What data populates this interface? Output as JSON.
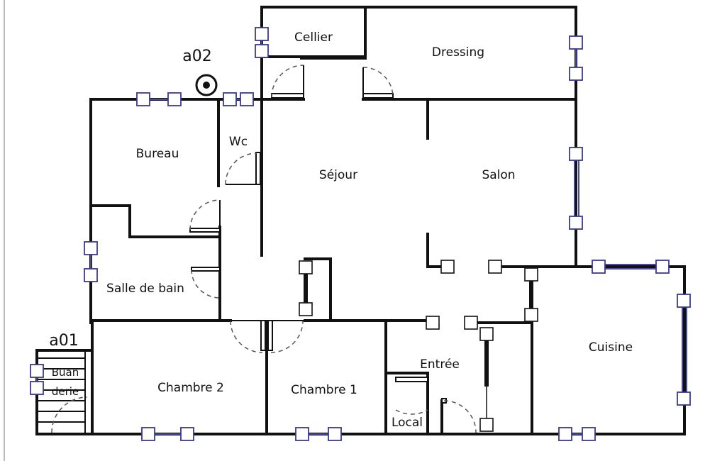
{
  "rooms": {
    "cellier": "Cellier",
    "dressing": "Dressing",
    "wc": "Wc",
    "bureau": "Bureau",
    "sejour": "Séjour",
    "salon": "Salon",
    "salle_de_bain": "Salle de bain",
    "chambre_2": "Chambre 2",
    "chambre_1": "Chambre 1",
    "entree": "Entrée",
    "local": "Local",
    "cuisine": "Cuisine",
    "buanderie_line1": "Buan",
    "buanderie_line2": "derie"
  },
  "markers": {
    "a01": "a01",
    "a02": "a02"
  },
  "colors": {
    "wall": "#111111",
    "window": "#3a3a8a",
    "door_swing": "#555555"
  }
}
